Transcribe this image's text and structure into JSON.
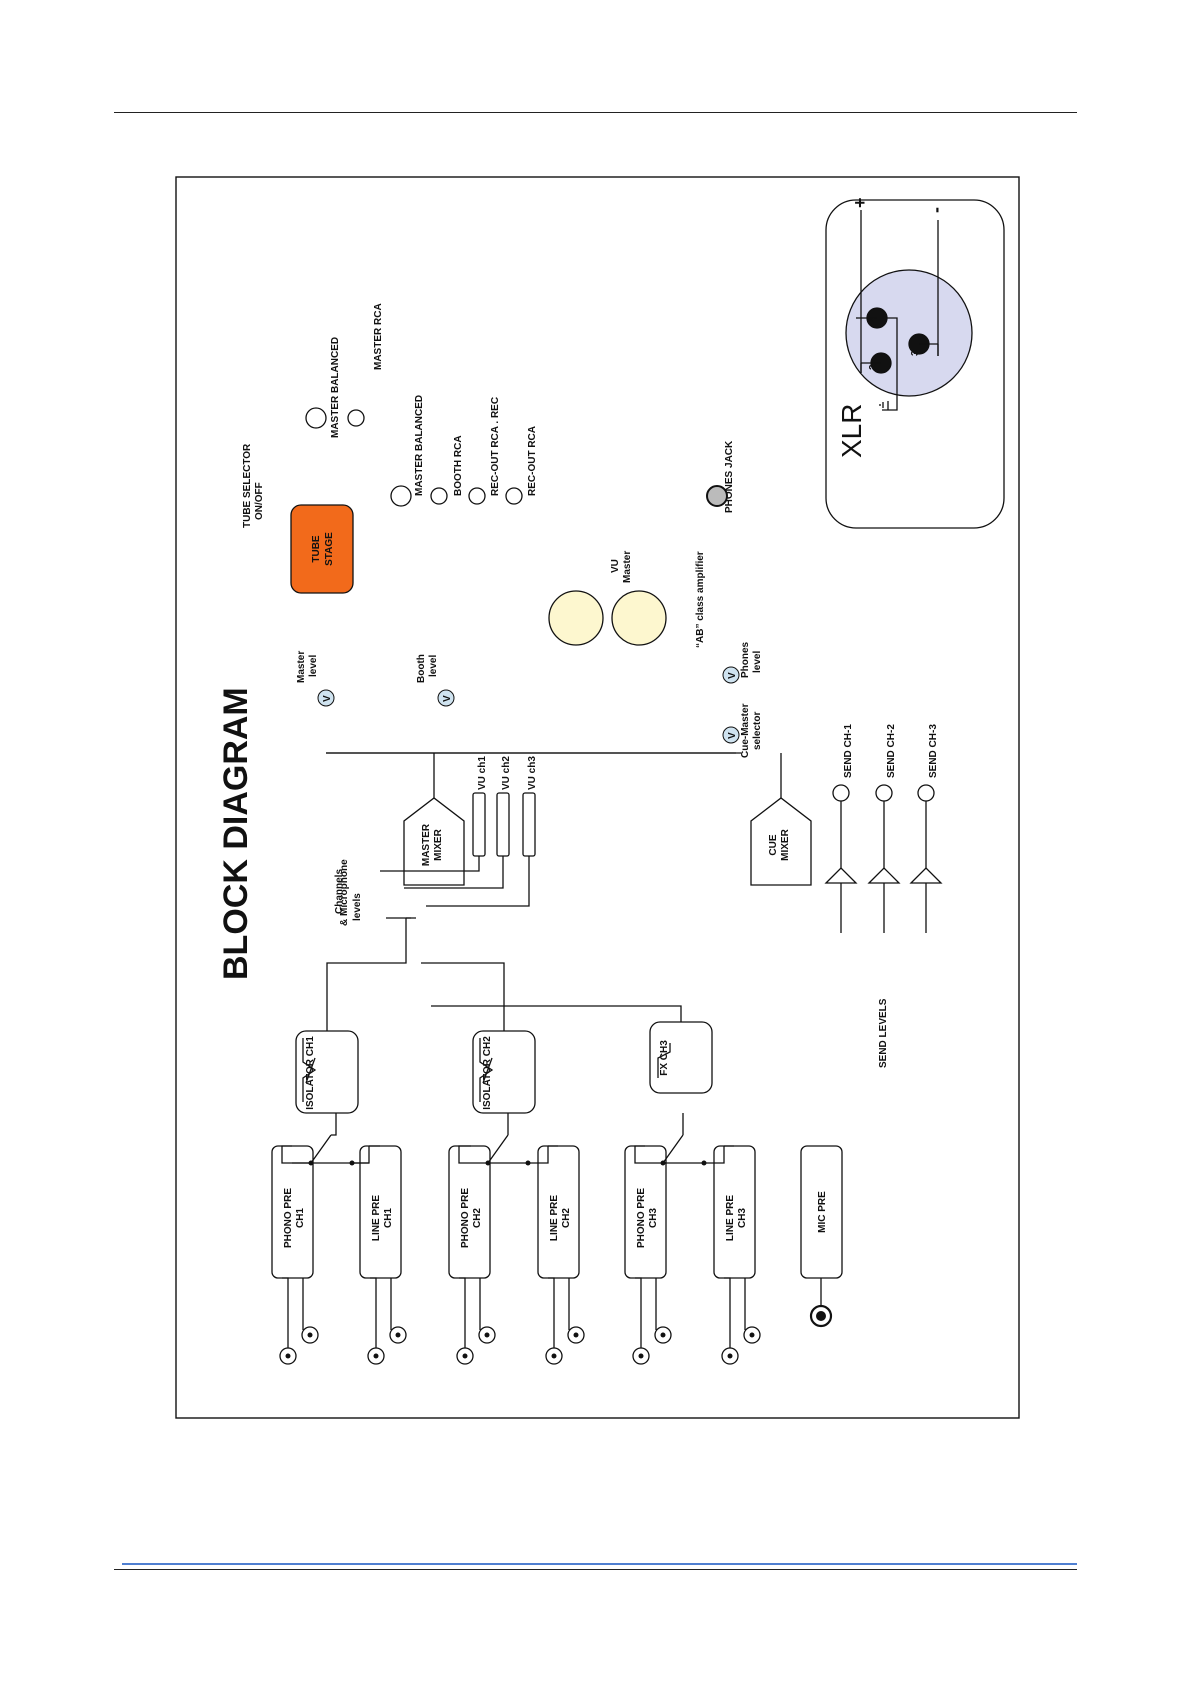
{
  "title": "BLOCK DIAGRAM",
  "labels": {
    "master_balanced_1": "MASTER BALANCED",
    "master_rca": "MASTER RCA",
    "tube_selector_line1": "TUBE SELECTOR",
    "tube_selector_line2": "ON/OFF",
    "tube_stage_line1": "TUBE",
    "tube_stage_line2": "STAGE",
    "master_balanced_2": "MASTER BALANCED",
    "booth_rca": "BOOTH RCA",
    "rec_out_1": "REC-OUT RCA . REC",
    "rec_out_2": "REC-OUT RCA",
    "phones_jack": "PHONES JACK",
    "ab_amp": "“AB” class amplifier",
    "phones_level_1": "Phones",
    "phones_level_2": "level",
    "vu_1": "VU",
    "vu_2": "Master",
    "master_level_1": "Master",
    "master_level_2": "level",
    "booth_level_1": "Booth",
    "booth_level_2": "level",
    "cue_master_1": "Cue-Master",
    "cue_master_2": "selector",
    "master_mixer_1": "MASTER",
    "master_mixer_2": "MIXER",
    "cue_mixer_1": "CUE",
    "cue_mixer_2": "MIXER",
    "vu_ch1": "VU ch1",
    "vu_ch2": "VU ch2",
    "vu_ch3": "VU ch3",
    "channels_1": "Channels",
    "channels_2": "& Microphone",
    "channels_3": "levels",
    "send_ch1": "SEND CH-1",
    "send_ch2": "SEND CH-2",
    "send_ch3": "SEND CH-3",
    "send_levels": "SEND LEVELS",
    "isolator_ch1": "ISOLATOR CH1",
    "isolator_ch2": "ISOLATOR CH2",
    "fx_ch3": "FX CH3",
    "phono_pre_ch1_1": "PHONO PRE",
    "phono_pre_ch1_2": "CH1",
    "line_pre_ch1_1": "LINE PRE",
    "line_pre_ch1_2": "CH1",
    "phono_pre_ch2_1": "PHONO PRE",
    "phono_pre_ch2_2": "CH2",
    "line_pre_ch2_1": "LINE PRE",
    "line_pre_ch2_2": "CH2",
    "phono_pre_ch3_1": "PHONO PRE",
    "phono_pre_ch3_2": "CH3",
    "line_pre_ch3_1": "LINE PRE",
    "line_pre_ch3_2": "CH3",
    "mic_pre": "MIC PRE",
    "xlr": "XLR",
    "xlr_plus": "+",
    "xlr_minus": "-",
    "pin1": "1",
    "pin2": "2",
    "pin3": "3",
    "knob": "V"
  },
  "colors": {
    "tube_stage": "#f26a1b",
    "vu_meter": "#fdf7cf",
    "xlr_face": "#d7d9ef",
    "knob": "#cfe3f0"
  }
}
